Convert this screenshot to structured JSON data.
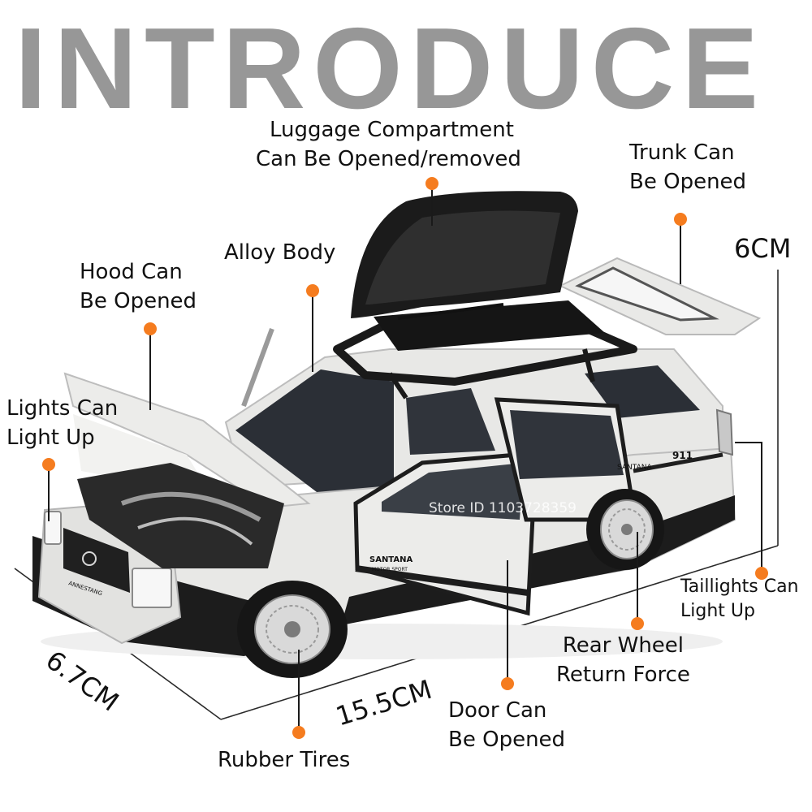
{
  "headline": "INTRODUCE",
  "labels": {
    "luggage": [
      "Luggage Compartment",
      "Can Be Opened/removed"
    ],
    "trunk": [
      "Trunk Can",
      "Be Opened"
    ],
    "alloy": "Alloy Body",
    "hood": [
      "Hood Can",
      "Be Opened"
    ],
    "lights": [
      "Lights Can",
      "Light Up"
    ],
    "taillights": [
      "Taillights Can",
      "Light Up"
    ],
    "rear_wheel": [
      "Rear Wheel",
      "Return Force"
    ],
    "door": [
      "Door Can",
      "Be Opened"
    ],
    "tires": "Rubber Tires"
  },
  "dimensions": {
    "height": "6CM",
    "width": "6.7CM",
    "length": "15.5CM"
  },
  "car_text": {
    "side_logo": "SANTANA",
    "side_sub": "MOTOR SPORT",
    "rear_logo": "SANTANA",
    "rear_number": "911",
    "plate": "ANNESTANG"
  },
  "watermark": "Store ID 1103728359",
  "colors": {
    "headline": "#979797",
    "dot": "#f57c1f",
    "car_body": "#e8e8e6",
    "trim": "#1c1c1c"
  }
}
